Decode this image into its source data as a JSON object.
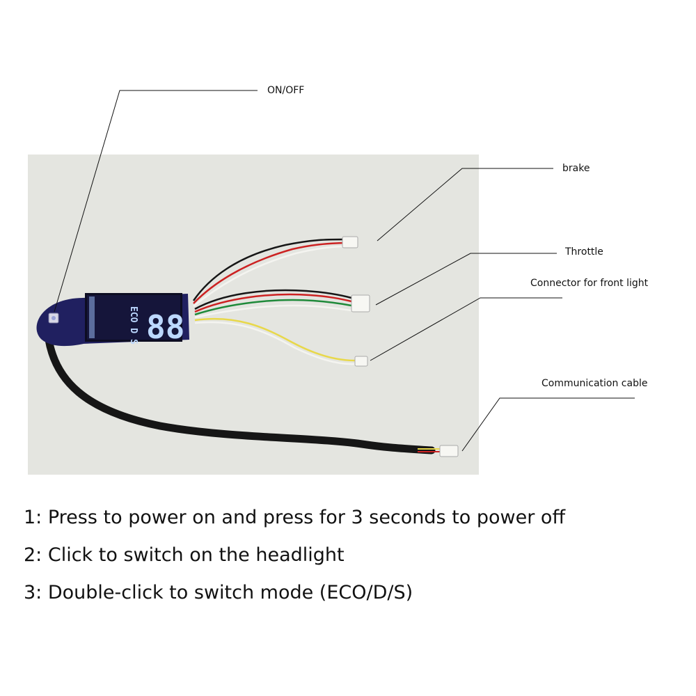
{
  "callouts": {
    "onoff": "ON/OFF",
    "brake": "brake",
    "throttle": "Throttle",
    "front_light": "Connector for front light",
    "comm_cable": "Communication cable"
  },
  "display": {
    "mode_text": "ECO D S",
    "digits": "88"
  },
  "instructions": [
    "1: Press to power on and press for 3 seconds to power off",
    "2: Click to switch on the headlight",
    "3: Double-click to switch mode (ECO/D/S)"
  ],
  "colors": {
    "photo_bg": "#e4e5e0",
    "pcb": "#202060",
    "display_glow": "#bcd8ff",
    "wire_red": "#cc2222",
    "wire_green": "#1f8a3a",
    "wire_yellow": "#e8d84a",
    "wire_black": "#161616",
    "wire_white": "#f4f4f0"
  }
}
